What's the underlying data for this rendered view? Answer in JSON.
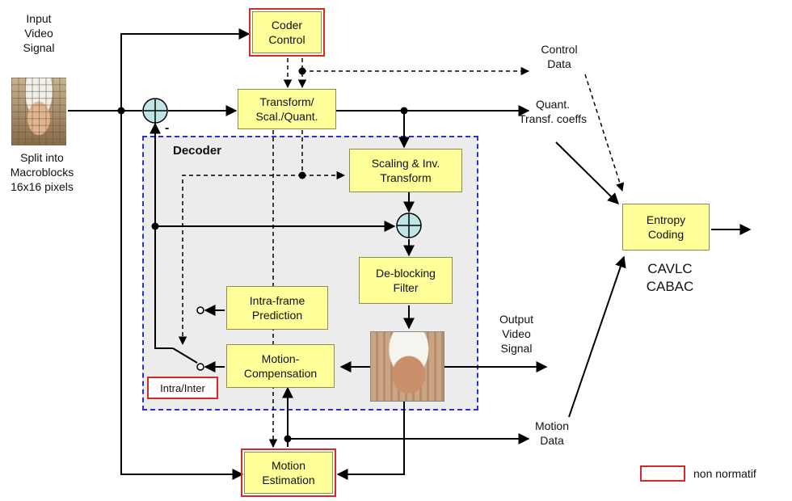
{
  "labels": {
    "input": "Input\nVideo\nSignal",
    "split": "Split into\nMacroblocks\n16x16 pixels",
    "decoder": "Decoder",
    "control_data": "Control\nData",
    "quant_coeffs": "Quant.\nTransf. coeffs",
    "output": "Output\nVideo\nSignal",
    "motion_data": "Motion\nData",
    "codecs": "CAVLC\nCABAC",
    "minus_sign": "-",
    "legend": "non normatif"
  },
  "blocks": {
    "coder_control": "Coder\nControl",
    "transform": "Transform/\nScal./Quant.",
    "scaling": "Scaling & Inv.\nTransform",
    "deblocking": "De-blocking\nFilter",
    "intra_pred": "Intra-frame\nPrediction",
    "motion_comp": "Motion-\nCompensation",
    "motion_est": "Motion\nEstimation",
    "entropy": "Entropy\nCoding",
    "intra_inter": "Intra/Inter"
  },
  "colors": {
    "block_fill": "#ffff99",
    "decoder_border": "#2a32c8",
    "non_normative": "#d42a2a",
    "adder_fill": "#bfe6e6"
  }
}
